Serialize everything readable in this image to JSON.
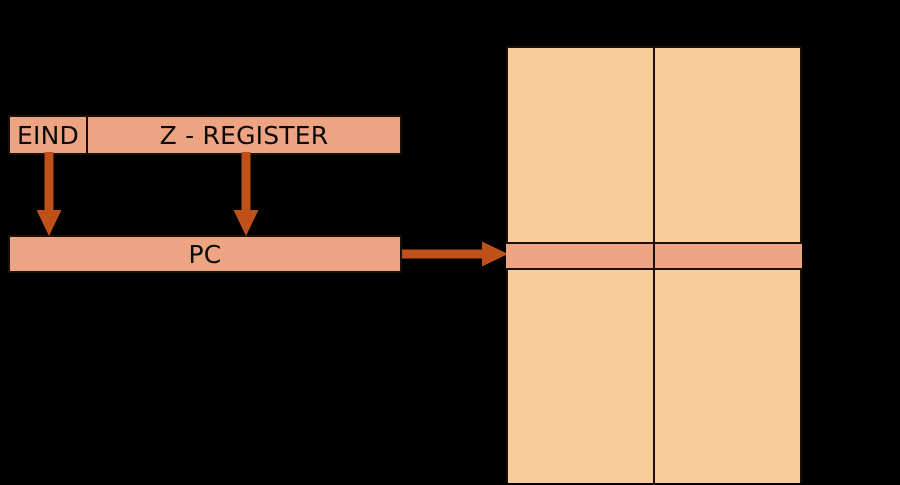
{
  "diagram": {
    "title": "AVR EIND / Z-Register to Program Counter addressing",
    "colors": {
      "background": "#000000",
      "register_fill": "#EDA482",
      "memory_fill": "#F9CC9D",
      "stroke": "#1a1008",
      "arrow": "#C0501A"
    },
    "registers": [
      {
        "key": "eind",
        "label": "EIND"
      },
      {
        "key": "zreg",
        "label": "Z - REGISTER"
      },
      {
        "key": "pc",
        "label": "PC"
      }
    ],
    "arrows": [
      {
        "key": "eind-to-pc",
        "name": "eind-to-pc-arrow",
        "direction": "down",
        "from": "EIND",
        "to": "PC"
      },
      {
        "key": "z-to-pc",
        "name": "zregister-to-pc-arrow",
        "direction": "down",
        "from": "Z - REGISTER",
        "to": "PC"
      },
      {
        "key": "pc-to-mem",
        "name": "pc-to-memory-arrow",
        "direction": "right",
        "from": "PC",
        "to": "PROGRAM MEMORY"
      }
    ],
    "memory": {
      "name": "program-memory-block",
      "columns": 2,
      "highlighted_row": true
    }
  }
}
